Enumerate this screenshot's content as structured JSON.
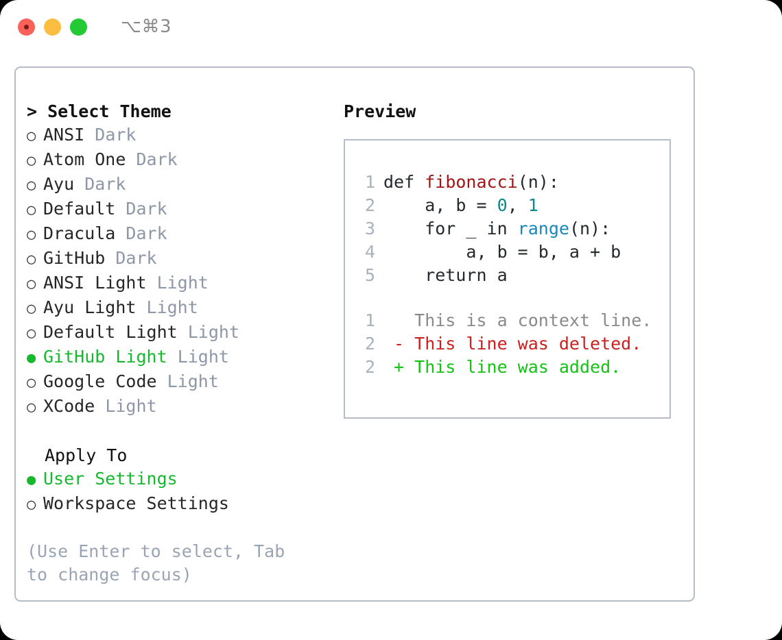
{
  "titlebar": {
    "shortcut": "⌥⌘3",
    "buttons": [
      {
        "name": "close-button",
        "color": "#fb6159"
      },
      {
        "name": "minimize-button",
        "color": "#fcbe40"
      },
      {
        "name": "maximize-button",
        "color": "#24ca36"
      }
    ]
  },
  "theme_section": {
    "caret": ">",
    "heading": "Select Theme",
    "items": [
      {
        "bullet": "○",
        "label": "ANSI",
        "variant": "Dark",
        "selected": false
      },
      {
        "bullet": "○",
        "label": "Atom One",
        "variant": "Dark",
        "selected": false
      },
      {
        "bullet": "○",
        "label": "Ayu",
        "variant": "Dark",
        "selected": false
      },
      {
        "bullet": "○",
        "label": "Default",
        "variant": "Dark",
        "selected": false
      },
      {
        "bullet": "○",
        "label": "Dracula",
        "variant": "Dark",
        "selected": false
      },
      {
        "bullet": "○",
        "label": "GitHub",
        "variant": "Dark",
        "selected": false
      },
      {
        "bullet": "○",
        "label": "ANSI Light",
        "variant": "Light",
        "selected": false
      },
      {
        "bullet": "○",
        "label": "Ayu Light",
        "variant": "Light",
        "selected": false
      },
      {
        "bullet": "○",
        "label": "Default Light",
        "variant": "Light",
        "selected": false
      },
      {
        "bullet": "●",
        "label": "GitHub Light",
        "variant": "Light",
        "selected": true
      },
      {
        "bullet": "○",
        "label": "Google Code",
        "variant": "Light",
        "selected": false
      },
      {
        "bullet": "○",
        "label": "XCode",
        "variant": "Light",
        "selected": false
      }
    ]
  },
  "apply_section": {
    "heading": "Apply To",
    "items": [
      {
        "bullet": "●",
        "label": "User Settings",
        "selected": true
      },
      {
        "bullet": "○",
        "label": "Workspace Settings",
        "selected": false
      }
    ]
  },
  "hint": "(Use Enter to select, Tab to change focus)",
  "preview": {
    "heading": "Preview",
    "code_lines": [
      {
        "ln": "1",
        "tokens": [
          {
            "t": "def ",
            "c": "plain"
          },
          {
            "t": "fibonacci",
            "c": "func"
          },
          {
            "t": "(n):",
            "c": "plain"
          }
        ]
      },
      {
        "ln": "2",
        "tokens": [
          {
            "t": "    a, b = ",
            "c": "plain"
          },
          {
            "t": "0",
            "c": "num"
          },
          {
            "t": ", ",
            "c": "plain"
          },
          {
            "t": "1",
            "c": "num"
          }
        ]
      },
      {
        "ln": "3",
        "tokens": [
          {
            "t": "    for _ in ",
            "c": "plain"
          },
          {
            "t": "range",
            "c": "call"
          },
          {
            "t": "(n):",
            "c": "plain"
          }
        ]
      },
      {
        "ln": "4",
        "tokens": [
          {
            "t": "        a, b = b, a + b",
            "c": "plain"
          }
        ]
      },
      {
        "ln": "5",
        "tokens": [
          {
            "t": "    return a",
            "c": "plain"
          }
        ]
      }
    ],
    "diff_lines": [
      {
        "ln": "1",
        "tokens": [
          {
            "t": "   This is a context line.",
            "c": "ctx"
          }
        ]
      },
      {
        "ln": "2",
        "tokens": [
          {
            "t": " - This line was deleted.",
            "c": "del"
          }
        ]
      },
      {
        "ln": "2",
        "tokens": [
          {
            "t": " + This line was added.",
            "c": "add"
          }
        ]
      }
    ]
  },
  "colors": {
    "accent_green": "#16b82e",
    "muted": "#8d97a8",
    "border": "#b3bcc8",
    "func_red": "#a31515",
    "number_teal": "#0a8a8a",
    "call_blue": "#1a87bb",
    "diff_del": "#cc1f1f",
    "diff_add": "#14c414"
  }
}
